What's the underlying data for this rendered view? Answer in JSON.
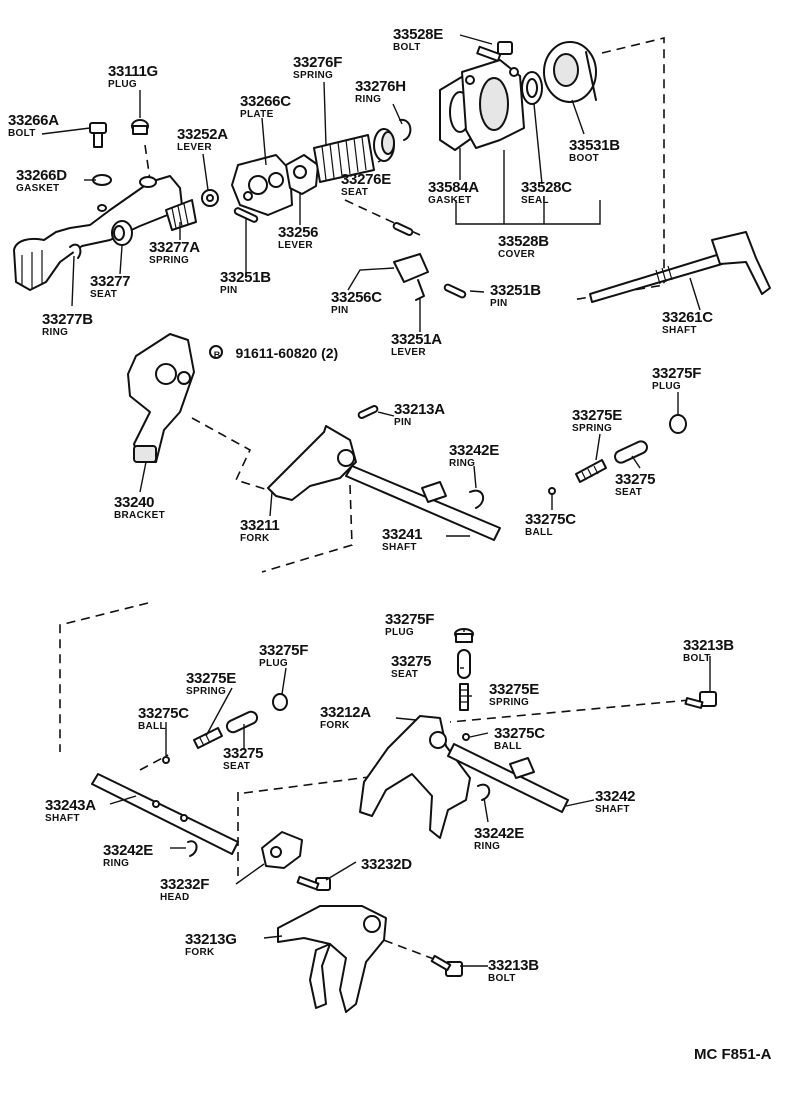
{
  "parts": [
    {
      "id": "p33528E",
      "number": "33528E",
      "name": "BOLT"
    },
    {
      "id": "p33111G",
      "number": "33111G",
      "name": "PLUG"
    },
    {
      "id": "p33276F",
      "number": "33276F",
      "name": "SPRING"
    },
    {
      "id": "p33276H",
      "number": "33276H",
      "name": "RING"
    },
    {
      "id": "p33266C",
      "number": "33266C",
      "name": "PLATE"
    },
    {
      "id": "p33266A",
      "number": "33266A",
      "name": "BOLT"
    },
    {
      "id": "p33252A",
      "number": "33252A",
      "name": "LEVER"
    },
    {
      "id": "p33531B",
      "number": "33531B",
      "name": "BOOT"
    },
    {
      "id": "p33266D",
      "number": "33266D",
      "name": "GASKET"
    },
    {
      "id": "p33276E",
      "number": "33276E",
      "name": "SEAT"
    },
    {
      "id": "p33584A",
      "number": "33584A",
      "name": "GASKET"
    },
    {
      "id": "p33528C",
      "number": "33528C",
      "name": "SEAL"
    },
    {
      "id": "p33256",
      "number": "33256",
      "name": "LEVER"
    },
    {
      "id": "p33277A",
      "number": "33277A",
      "name": "SPRING"
    },
    {
      "id": "p33528B",
      "number": "33528B",
      "name": "COVER"
    },
    {
      "id": "p33251B_1",
      "number": "33251B",
      "name": "PIN"
    },
    {
      "id": "p33277",
      "number": "33277",
      "name": "SEAT"
    },
    {
      "id": "p33256C",
      "number": "33256C",
      "name": "PIN"
    },
    {
      "id": "p33251B_2",
      "number": "33251B",
      "name": "PIN"
    },
    {
      "id": "p33261C",
      "number": "33261C",
      "name": "SHAFT"
    },
    {
      "id": "p33277B",
      "number": "33277B",
      "name": "RING"
    },
    {
      "id": "p33251A",
      "number": "33251A",
      "name": "LEVER"
    },
    {
      "id": "p33275F_1",
      "number": "33275F",
      "name": "PLUG"
    },
    {
      "id": "p33213A",
      "number": "33213A",
      "name": "PIN"
    },
    {
      "id": "p33275E_1",
      "number": "33275E",
      "name": "SPRING"
    },
    {
      "id": "p33242E_1",
      "number": "33242E",
      "name": "RING"
    },
    {
      "id": "p33275_1",
      "number": "33275",
      "name": "SEAT"
    },
    {
      "id": "p33240",
      "number": "33240",
      "name": "BRACKET"
    },
    {
      "id": "p33275C_1",
      "number": "33275C",
      "name": "BALL"
    },
    {
      "id": "p33211",
      "number": "33211",
      "name": "FORK"
    },
    {
      "id": "p33241",
      "number": "33241",
      "name": "SHAFT"
    },
    {
      "id": "p33275F_2",
      "number": "33275F",
      "name": "PLUG"
    },
    {
      "id": "p33213B_1",
      "number": "33213B",
      "name": "BOLT"
    },
    {
      "id": "p33275_2",
      "number": "33275",
      "name": "SEAT"
    },
    {
      "id": "p33275F_3",
      "number": "33275F",
      "name": "PLUG"
    },
    {
      "id": "p33275E_2",
      "number": "33275E",
      "name": "SPRING"
    },
    {
      "id": "p33275E_3",
      "number": "33275E",
      "name": "SPRING"
    },
    {
      "id": "p33212A",
      "number": "33212A",
      "name": "FORK"
    },
    {
      "id": "p33275C_2",
      "number": "33275C",
      "name": "BALL"
    },
    {
      "id": "p33275C_3",
      "number": "33275C",
      "name": "BALL"
    },
    {
      "id": "p33275_3",
      "number": "33275",
      "name": "SEAT"
    },
    {
      "id": "p33243A",
      "number": "33243A",
      "name": "SHAFT"
    },
    {
      "id": "p33242",
      "number": "33242",
      "name": "SHAFT"
    },
    {
      "id": "p33242E_2",
      "number": "33242E",
      "name": "RING"
    },
    {
      "id": "p33242E_3",
      "number": "33242E",
      "name": "RING"
    },
    {
      "id": "p33232D",
      "number": "33232D",
      "name": ""
    },
    {
      "id": "p33232F",
      "number": "33232F",
      "name": "HEAD"
    },
    {
      "id": "p33213G",
      "number": "33213G",
      "name": "FORK"
    },
    {
      "id": "p33213B_2",
      "number": "33213B",
      "name": "BOLT"
    }
  ],
  "std_part": {
    "symbol": "B",
    "text": "91611-60820 (2)"
  },
  "reference_code": "MC F851-A"
}
